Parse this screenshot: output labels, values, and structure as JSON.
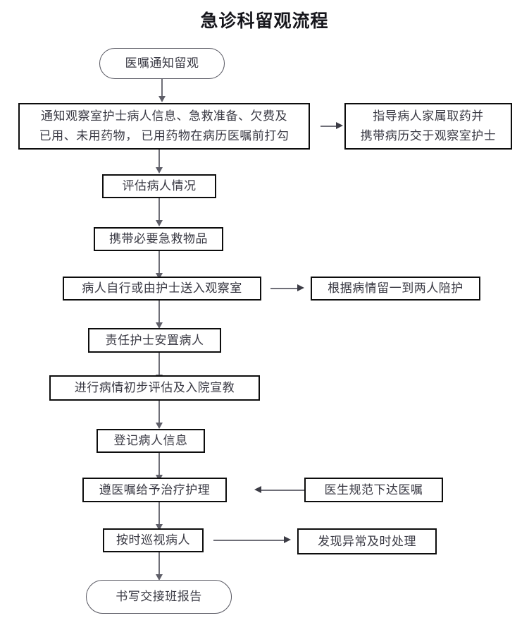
{
  "title": "急诊科留观流程",
  "nodes": {
    "start": {
      "label": "医嘱通知留观",
      "shape": "oval"
    },
    "notify": {
      "label": "通知观察室护士病人信息、急救准备、欠费及\n已用、未用药物， 已用药物在病历医嘱前打勾",
      "shape": "rect"
    },
    "guide_family": {
      "label": "指导病人家属取药并\n携带病历交于观察室护士",
      "shape": "rect"
    },
    "assess": {
      "label": "评估病人情况",
      "shape": "rect"
    },
    "carry_supplies": {
      "label": "携带必要急救物品",
      "shape": "rect"
    },
    "to_observation": {
      "label": "病人自行或由护士送入观察室",
      "shape": "rect"
    },
    "companions": {
      "label": "根据病情留一到两人陪护",
      "shape": "rect"
    },
    "nurse_settle": {
      "label": "责任护士安置病人",
      "shape": "rect"
    },
    "initial_eval": {
      "label": "进行病情初步评估及入院宣教",
      "shape": "rect"
    },
    "register": {
      "label": "登记病人信息",
      "shape": "rect"
    },
    "treatment": {
      "label": "遵医嘱给予治疗护理",
      "shape": "rect"
    },
    "doctor_orders": {
      "label": "医生规范下达医嘱",
      "shape": "rect"
    },
    "rounds": {
      "label": "按时巡视病人",
      "shape": "rect"
    },
    "handle_abnormal": {
      "label": "发现异常及时处理",
      "shape": "rect"
    },
    "report": {
      "label": "书写交接班报告",
      "shape": "oval"
    }
  },
  "colors": {
    "text": "#3a3a44",
    "title": "#16161c",
    "rect_border": "#0d0d0d",
    "oval_border": "#55555f",
    "connector": "#6f6f78",
    "background": "#ffffff"
  }
}
